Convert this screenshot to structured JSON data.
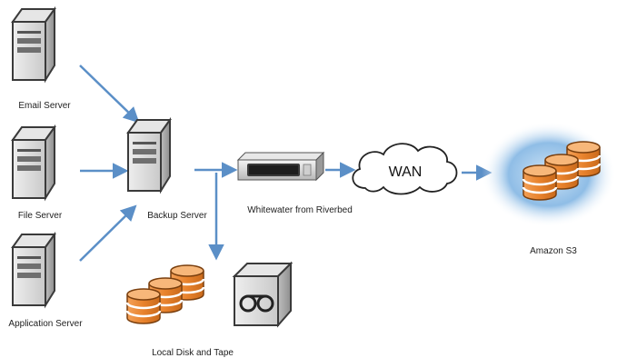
{
  "nodes": {
    "email_server": "Email Server",
    "file_server": "File Server",
    "application_server": "Application Server",
    "backup_server": "Backup Server",
    "whitewater": "Whitewater from Riverbed",
    "wan": "WAN",
    "amazon_s3": "Amazon S3",
    "local_storage": "Local Disk and Tape"
  },
  "colors": {
    "arrow": "#5b8fc7",
    "disk_orange": "#e8822c",
    "cloud_blue": "#7fb3e0",
    "server_gray": "#d9d9d9"
  },
  "icons": [
    "server-icon",
    "appliance-icon",
    "cloud-icon",
    "database-icon",
    "tape-drive-icon"
  ]
}
